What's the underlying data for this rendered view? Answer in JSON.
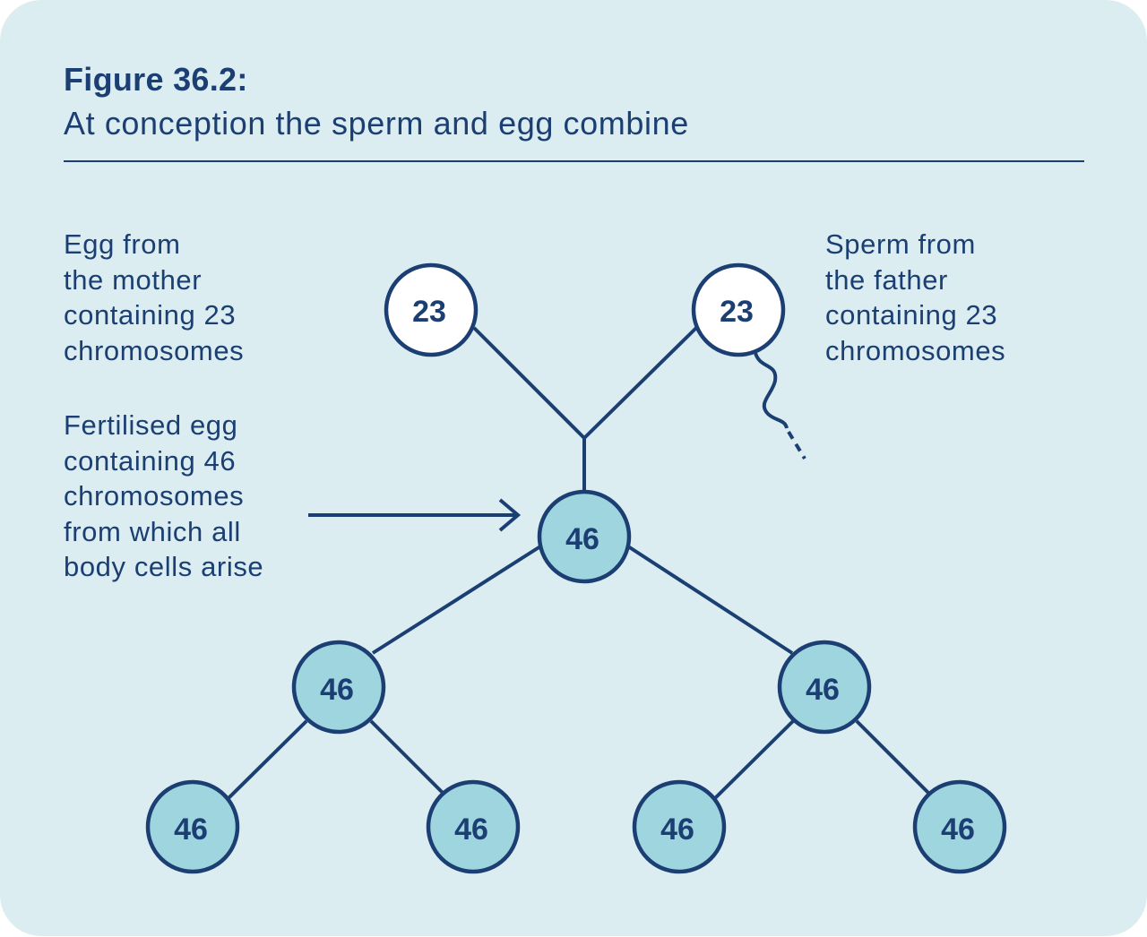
{
  "figure": {
    "title": "Figure 36.2:",
    "subtitle": "At conception the sperm and egg combine"
  },
  "labels": {
    "egg": [
      "Egg from",
      "the mother",
      "containing 23",
      "chromosomes"
    ],
    "sperm": [
      "Sperm from",
      "the father",
      "containing 23",
      "chromosomes"
    ],
    "fertilised": [
      "Fertilised egg",
      "containing 46",
      "chromosomes",
      "from which all",
      "body cells arise"
    ]
  },
  "nodes": {
    "egg": "23",
    "sperm": "23",
    "zygote": "46",
    "gen1_left": "46",
    "gen1_right": "46",
    "gen2_1": "46",
    "gen2_2": "46",
    "gen2_3": "46",
    "gen2_4": "46"
  },
  "colors": {
    "background": "#dbedf1",
    "ink": "#1c3f73",
    "cell_fill": "#9fd5de",
    "gamete_fill": "#ffffff"
  }
}
